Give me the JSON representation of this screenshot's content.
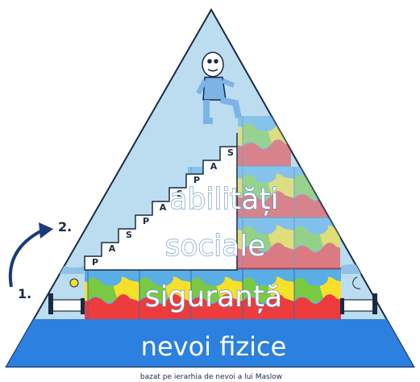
{
  "levels": {
    "base": "nevoi fizice",
    "level2": "siguranță",
    "level3": "sociale",
    "level4": "abilități"
  },
  "steps": {
    "s1": "P",
    "s2": "A",
    "s3": "S",
    "s4": "P",
    "s5": "A",
    "s6": "S",
    "s7": "P",
    "s8": "A",
    "s9": "S"
  },
  "markers": {
    "one": "1.",
    "two": "2."
  },
  "caption": "bazat pe ierarhia de nevoi a lui Maslow",
  "colors": {
    "sky": "#bcdcf0",
    "triangle_outline": "#1a2a44",
    "base": "#2b80e0",
    "base_text": "#ffffff",
    "puzzle_blue": "#5aaee6",
    "puzzle_green": "#7ac943",
    "puzzle_yellow": "#f7e02a",
    "puzzle_red": "#ee3b3b",
    "arrow": "#1a3a7a"
  }
}
